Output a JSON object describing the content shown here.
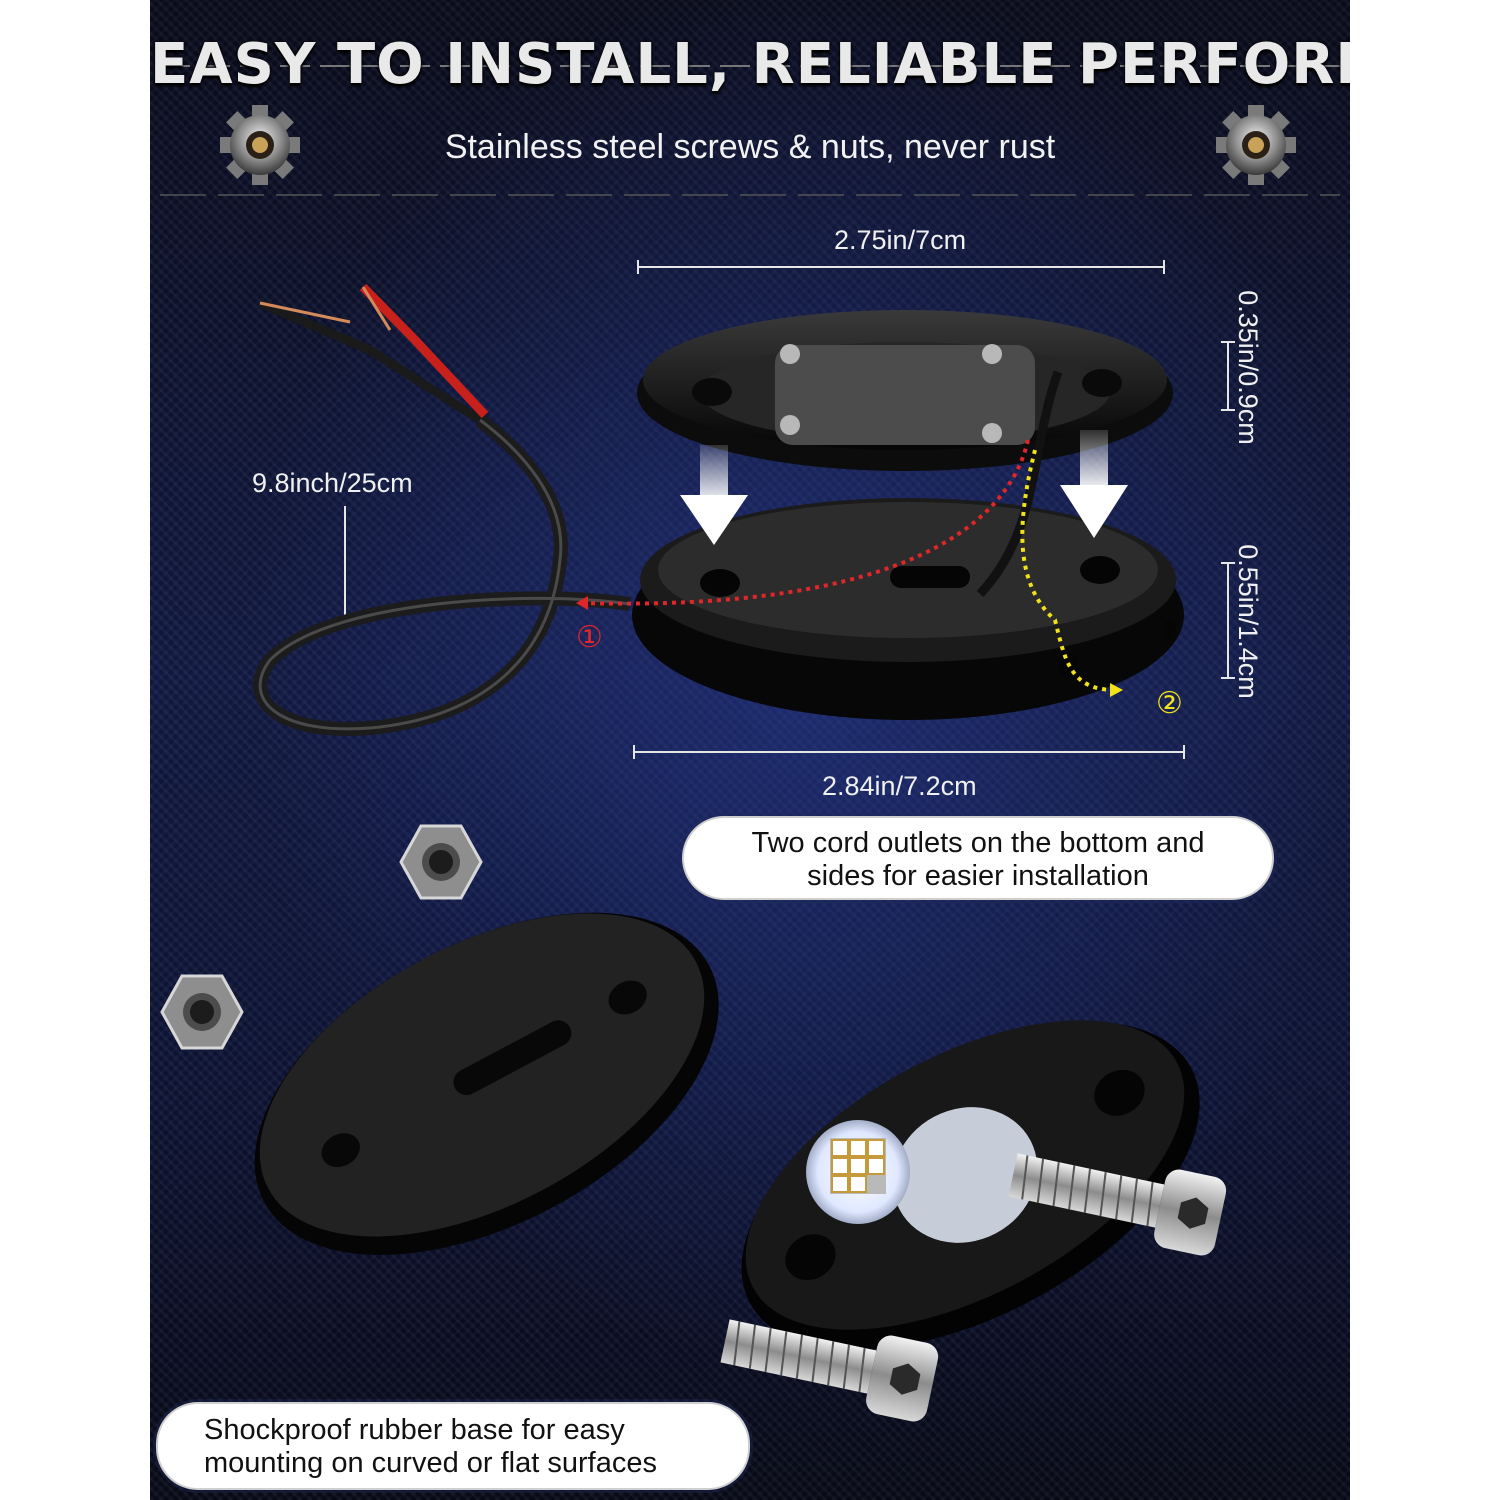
{
  "headline": "EASY  TO  INSTALL,  RELIABLE  PERFORMANCE",
  "subheadline": "Stainless steel screws & nuts, never rust",
  "dimensions": {
    "top_width": "2.75in/7cm",
    "bottom_width": "2.84in/7.2cm",
    "top_height": "0.35in/0.9cm",
    "bottom_height": "0.55in/1.4cm",
    "cable_length": "9.8inch/25cm"
  },
  "markers": {
    "outlet_1": "①",
    "outlet_2": "②"
  },
  "callouts": {
    "cord_outlets": [
      "Two cord outlets on the bottom and",
      "sides for easier installation"
    ],
    "rubber_base": [
      "Shockproof rubber base for easy",
      "mounting on curved or flat surfaces"
    ]
  },
  "colors": {
    "background": "#10173c",
    "outlet_1_path": "#e0262a",
    "outlet_2_path": "#f2e21a",
    "callout_fill": "#ffffff"
  },
  "icons": [
    "gear-icon",
    "gear-icon",
    "arrow-down-icon",
    "arrow-down-icon",
    "hex-nut-icon",
    "hex-nut-icon",
    "hex-bolt-icon",
    "hex-bolt-icon",
    "led-chip-icon"
  ]
}
